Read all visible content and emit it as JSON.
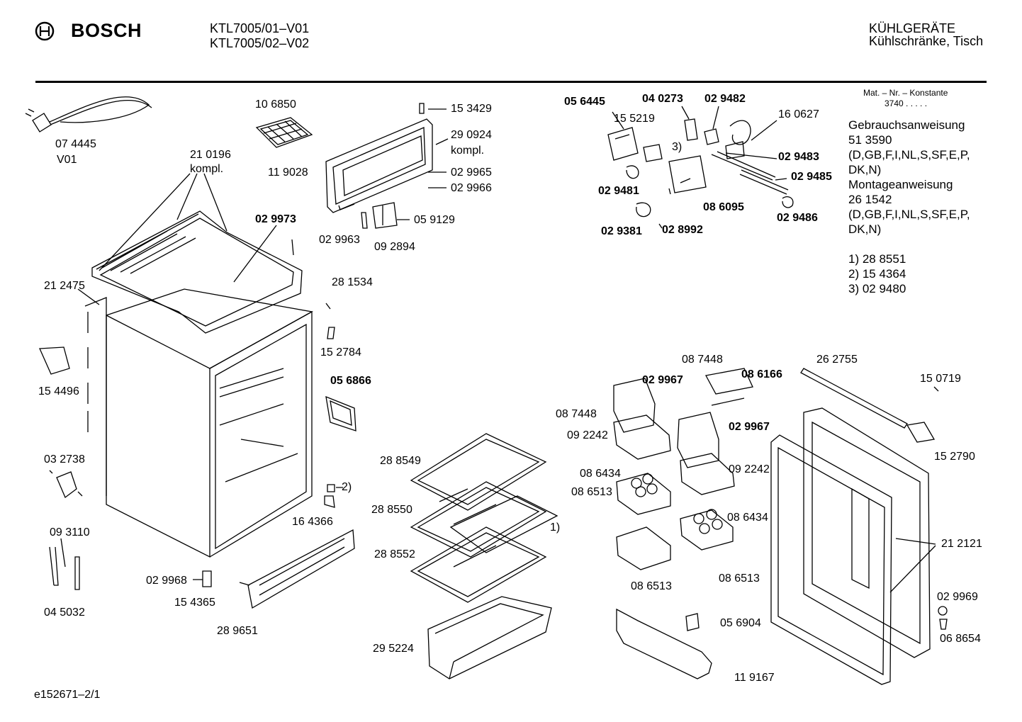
{
  "header": {
    "brand": "BOSCH",
    "models": [
      "KTL7005/01–V01",
      "KTL7005/02–V02"
    ],
    "category": "KÜHLGERÄTE",
    "subcategory": "Kühlschränke, Tisch"
  },
  "sidebar": {
    "mat_label": "Mat. – Nr. – Konstante",
    "mat_value": "3740  .  .  .  .  .",
    "lines": [
      "Gebrauchsanweisung",
      "51 3590",
      "(D,GB,F,I,NL,S,SF,E,P,",
      "DK,N)",
      "Montageanweisung",
      "26 1542",
      "(D,GB,F,I,NL,S,SF,E,P,",
      "DK,N)",
      "",
      "1) 28 8551",
      "2) 15 4364",
      "3) 02 9480"
    ]
  },
  "labels": [
    {
      "id": "074445",
      "text": "07 4445",
      "bold": false
    },
    {
      "id": "v01",
      "text": "V01",
      "bold": false
    },
    {
      "id": "106850",
      "text": "10 6850",
      "bold": false
    },
    {
      "id": "153429",
      "text": "15 3429",
      "bold": false
    },
    {
      "id": "290924",
      "text": "29 0924",
      "bold": false
    },
    {
      "id": "kompl1",
      "text": "kompl.",
      "bold": false
    },
    {
      "id": "210196",
      "text": "21 0196",
      "bold": false
    },
    {
      "id": "kompl2",
      "text": "kompl.",
      "bold": false
    },
    {
      "id": "119028",
      "text": "11 9028",
      "bold": false
    },
    {
      "id": "029965",
      "text": "02 9965",
      "bold": false
    },
    {
      "id": "029966",
      "text": "02 9966",
      "bold": false
    },
    {
      "id": "029973",
      "text": "02 9973",
      "bold": true
    },
    {
      "id": "059129",
      "text": "05 9129",
      "bold": false
    },
    {
      "id": "029963",
      "text": "02 9963",
      "bold": false
    },
    {
      "id": "092894",
      "text": "09 2894",
      "bold": false
    },
    {
      "id": "212475",
      "text": "21 2475",
      "bold": false
    },
    {
      "id": "281534",
      "text": "28 1534",
      "bold": false
    },
    {
      "id": "152784",
      "text": "15 2784",
      "bold": false
    },
    {
      "id": "154496",
      "text": "15 4496",
      "bold": false
    },
    {
      "id": "056866",
      "text": "05 6866",
      "bold": true
    },
    {
      "id": "032738",
      "text": "03 2738",
      "bold": false
    },
    {
      "id": "two",
      "text": "2)",
      "bold": false
    },
    {
      "id": "164366",
      "text": "16 4366",
      "bold": false
    },
    {
      "id": "093110",
      "text": "09 3110",
      "bold": false
    },
    {
      "id": "029968",
      "text": "02 9968",
      "bold": false
    },
    {
      "id": "154365",
      "text": "15 4365",
      "bold": false
    },
    {
      "id": "045032",
      "text": "04 5032",
      "bold": false
    },
    {
      "id": "289651",
      "text": "28 9651",
      "bold": false
    },
    {
      "id": "288549",
      "text": "28 8549",
      "bold": false
    },
    {
      "id": "288550",
      "text": "28 8550",
      "bold": false
    },
    {
      "id": "one",
      "text": "1)",
      "bold": false
    },
    {
      "id": "288552",
      "text": "28 8552",
      "bold": false
    },
    {
      "id": "295224",
      "text": "29 5224",
      "bold": false
    },
    {
      "id": "056445",
      "text": "05 6445",
      "bold": true
    },
    {
      "id": "040273",
      "text": "04 0273",
      "bold": true
    },
    {
      "id": "029482",
      "text": "02 9482",
      "bold": true
    },
    {
      "id": "155219",
      "text": "15 5219",
      "bold": false
    },
    {
      "id": "160627",
      "text": "16 0627",
      "bold": false
    },
    {
      "id": "three",
      "text": "3)",
      "bold": false
    },
    {
      "id": "029483",
      "text": "02 9483",
      "bold": true
    },
    {
      "id": "029485",
      "text": "02 9485",
      "bold": true
    },
    {
      "id": "029481",
      "text": "02 9481",
      "bold": true
    },
    {
      "id": "086095",
      "text": "08 6095",
      "bold": true
    },
    {
      "id": "029486",
      "text": "02 9486",
      "bold": true
    },
    {
      "id": "029381",
      "text": "02 9381",
      "bold": true
    },
    {
      "id": "028992",
      "text": "02 8992",
      "bold": true
    },
    {
      "id": "087448a",
      "text": "08 7448",
      "bold": false
    },
    {
      "id": "262755",
      "text": "26 2755",
      "bold": false
    },
    {
      "id": "029967a",
      "text": "02 9967",
      "bold": true
    },
    {
      "id": "086166",
      "text": "08 6166",
      "bold": true
    },
    {
      "id": "150719",
      "text": "15 0719",
      "bold": false
    },
    {
      "id": "087448b",
      "text": "08 7448",
      "bold": false
    },
    {
      "id": "029967b",
      "text": "02 9967",
      "bold": true
    },
    {
      "id": "092242a",
      "text": "09 2242",
      "bold": false
    },
    {
      "id": "152790",
      "text": "15 2790",
      "bold": false
    },
    {
      "id": "086434a",
      "text": "08 6434",
      "bold": false
    },
    {
      "id": "092242b",
      "text": "09 2242",
      "bold": false
    },
    {
      "id": "086513a",
      "text": "08 6513",
      "bold": false
    },
    {
      "id": "086434b",
      "text": "08 6434",
      "bold": false
    },
    {
      "id": "212121",
      "text": "21 2121",
      "bold": false
    },
    {
      "id": "086513b",
      "text": "08 6513",
      "bold": false
    },
    {
      "id": "086513c",
      "text": "08 6513",
      "bold": false
    },
    {
      "id": "029969",
      "text": "02 9969",
      "bold": false
    },
    {
      "id": "056904",
      "text": "05 6904",
      "bold": false
    },
    {
      "id": "068654",
      "text": "06 8654",
      "bold": false
    },
    {
      "id": "119167",
      "text": "11 9167",
      "bold": false
    }
  ],
  "footer": {
    "code": "e152671–2/1"
  }
}
